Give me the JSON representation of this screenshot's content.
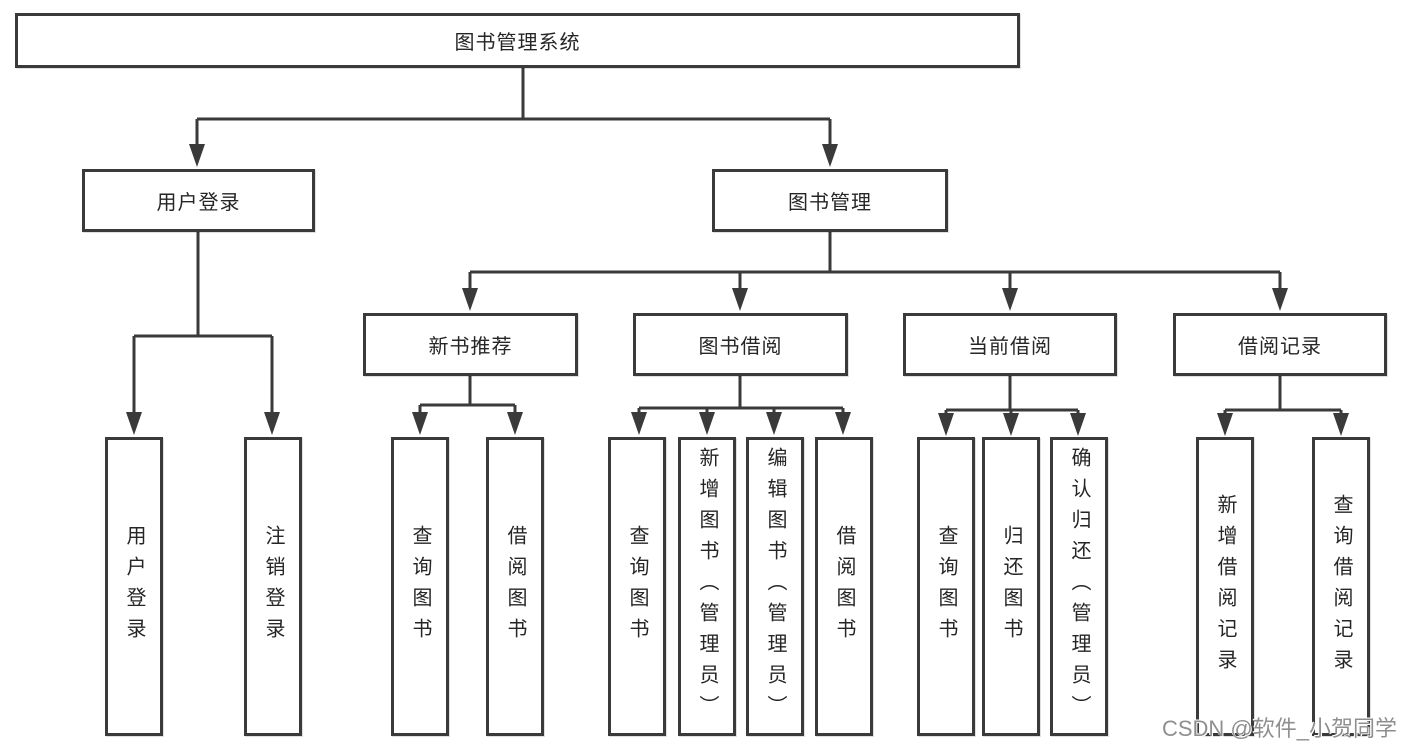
{
  "diagram": {
    "type": "hierarchy",
    "title": "图书管理系统",
    "watermark": "CSDN @软件_小贺同学",
    "colors": {
      "line": "#3a3a3a",
      "text": "#262626",
      "background": "#ffffff",
      "watermark": "#8f8f8f"
    },
    "tree": {
      "label": "图书管理系统",
      "children": [
        {
          "label": "用户登录",
          "children": [
            {
              "label": "用户登录"
            },
            {
              "label": "注销登录"
            }
          ]
        },
        {
          "label": "图书管理",
          "children": [
            {
              "label": "新书推荐",
              "children": [
                {
                  "label": "查询图书"
                },
                {
                  "label": "借阅图书"
                }
              ]
            },
            {
              "label": "图书借阅",
              "children": [
                {
                  "label": "查询图书"
                },
                {
                  "label": "新增图书（管理员）"
                },
                {
                  "label": "编辑图书（管理员）"
                },
                {
                  "label": "借阅图书"
                }
              ]
            },
            {
              "label": "当前借阅",
              "children": [
                {
                  "label": "查询图书"
                },
                {
                  "label": "归还图书"
                },
                {
                  "label": "确认归还（管理员）"
                }
              ]
            },
            {
              "label": "借阅记录",
              "children": [
                {
                  "label": "新增借阅记录"
                },
                {
                  "label": "查询借阅记录"
                }
              ]
            }
          ]
        }
      ]
    }
  }
}
